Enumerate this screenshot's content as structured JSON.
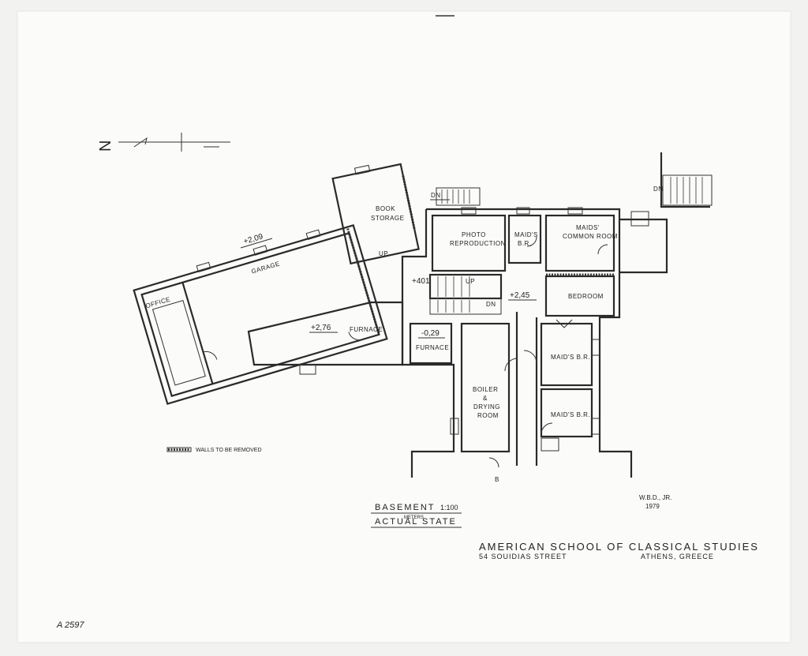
{
  "rooms": {
    "book_storage": [
      "BOOK",
      "STORAGE"
    ],
    "photo_reproduction": [
      "PHOTO",
      "REPRODUCTION"
    ],
    "maids_br_1": [
      "MAID'S",
      "B.R."
    ],
    "maids_common_room": [
      "MAIDS'",
      "COMMON ROOM"
    ],
    "garage": "GARAGE",
    "office": "OFFICE",
    "bedroom": "BEDROOM",
    "furnace_1": "FURNACE",
    "furnace_2": "FURNACE",
    "maids_br_2": "MAID'S B.R.",
    "maids_br_3": "MAID'S B.R.",
    "boiler": [
      "BOILER",
      "&",
      "DRYING",
      "ROOM"
    ]
  },
  "levels": {
    "garage": "+2,09",
    "furnace": "+2,76",
    "stair": "+401",
    "hall": "+2,45",
    "furnace_low": "-0,29"
  },
  "stair_labels": {
    "dn_top": "DN",
    "dn_right": "DN",
    "dn_mid": "DN",
    "up_1": "UP",
    "up_2": "UP"
  },
  "section_mark": "B",
  "north_symbol": "N",
  "legend": "WALLS TO BE REMOVED",
  "title": {
    "line1": "BASEMENT",
    "scale": "1:100",
    "units": "METERS",
    "line2": "ACTUAL  STATE"
  },
  "author": {
    "initials": "W.B.D., JR.",
    "year": "1979"
  },
  "institution": {
    "name": "AMERICAN SCHOOL OF CLASSICAL STUDIES",
    "street": "54 SOUIDIAS STREET",
    "city": "ATHENS, GREECE"
  },
  "catalog_id": "A 2597"
}
